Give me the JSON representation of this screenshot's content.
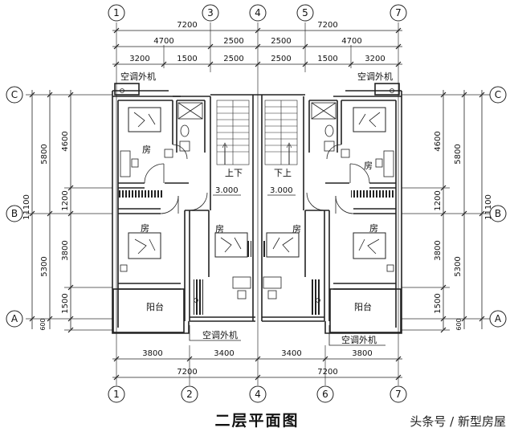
{
  "title": "二层平面图",
  "watermark": "头条号 / 新型房屋",
  "grid_labels": {
    "top": [
      "1",
      "3",
      "4",
      "5",
      "7"
    ],
    "bottom": [
      "1",
      "2",
      "4",
      "6",
      "7"
    ],
    "left": [
      "C",
      "B",
      "A"
    ],
    "right": [
      "C",
      "B",
      "A"
    ]
  },
  "dimensions": {
    "top_row1": [
      "7200",
      "7200"
    ],
    "top_row2": [
      "4700",
      "2500",
      "2500",
      "4700"
    ],
    "top_row3": [
      "3200",
      "1500",
      "2500",
      "2500",
      "1500",
      "3200"
    ],
    "bottom_row1": [
      "3800",
      "3400",
      "3400",
      "3800"
    ],
    "bottom_row2": [
      "7200",
      "7200"
    ],
    "left_outer": "11100",
    "left_mid": [
      "5800",
      "5300"
    ],
    "left_inner": [
      "4600",
      "1200",
      "3800",
      "1500",
      "600"
    ],
    "right_outer": "11100",
    "right_mid": [
      "5800",
      "5300"
    ],
    "right_inner": [
      "4600",
      "1200",
      "3800",
      "1500",
      "600"
    ]
  },
  "room_labels": {
    "ac_unit": "空调外机",
    "room": "房",
    "balcony": "阳台",
    "stair_left": "上下",
    "stair_right": "下上",
    "elevation": "3.000"
  },
  "colors": {
    "line": "#222222",
    "grid": "#333333"
  }
}
